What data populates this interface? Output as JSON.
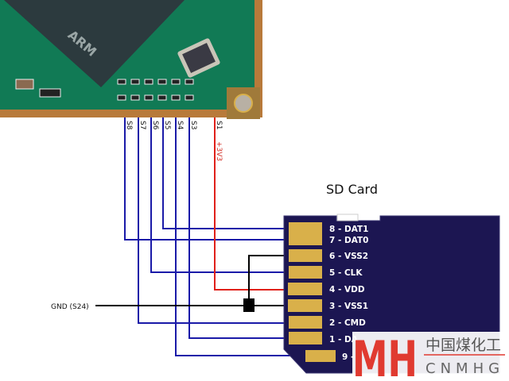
{
  "title": "SD Card",
  "board": {
    "chip_logo": "ARM",
    "signals": [
      "S8",
      "S7",
      "S6",
      "S5",
      "S4",
      "S3",
      "S1"
    ],
    "power_label": "+3V3"
  },
  "gnd_label": "GND (S24)",
  "card_pins": [
    "8 - DAT1",
    "7 - DAT0",
    "6 - VSS2",
    "5 - CLK",
    "4 - VDD",
    "3 - VSS1",
    "2 - CMD",
    "1 - DA",
    "9 -"
  ],
  "watermark": {
    "logo": "MH",
    "cn": "中国煤化工",
    "en": "CNMHG"
  },
  "colors": {
    "data_wire": "#1a1aa8",
    "power_wire": "#e0201a",
    "ground_wire": "#000000",
    "card": "#1c1652",
    "pad": "#d9b04a",
    "pcb": "#117a55",
    "watermark": "#e03a30"
  }
}
